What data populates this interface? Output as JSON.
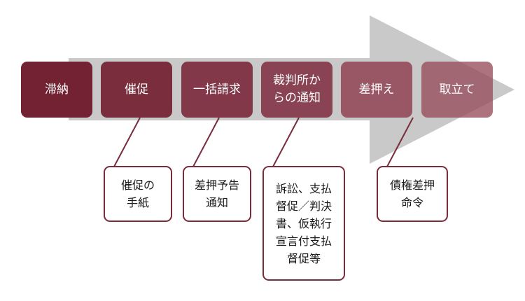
{
  "colors": {
    "arrow": "#c9c9c9",
    "connector": "#7a2c3c",
    "note_border": "#7a2c3c",
    "steps": [
      "#722232",
      "#7a2d3d",
      "#823848",
      "#8a4353",
      "#995664",
      "#a87480"
    ]
  },
  "steps": [
    {
      "label": "滞納"
    },
    {
      "label": "催促"
    },
    {
      "label": "一括請求"
    },
    {
      "label": "裁判所か\nらの通知"
    },
    {
      "label": "差押え"
    },
    {
      "label": "取立て"
    }
  ],
  "notes": [
    {
      "label": "催促の\n手紙"
    },
    {
      "label": "差押予告\n通知"
    },
    {
      "label": "訴訟、支払\n督促／判決\n書、仮執行\n宣言付支払\n督促等"
    },
    {
      "label": "債権差押\n命令"
    }
  ]
}
